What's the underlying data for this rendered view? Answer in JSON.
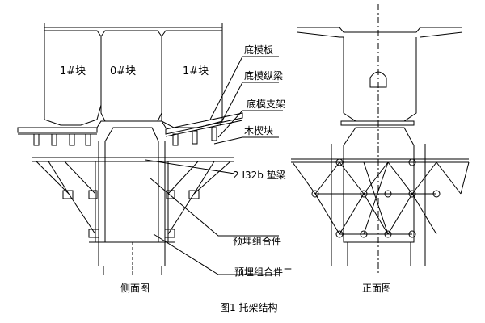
{
  "side_view": {
    "blocks": {
      "left": "1#块",
      "center": "0#块",
      "right": "1#块"
    },
    "callouts": {
      "bottom_formwork": "底模板",
      "bottom_longitudinal_beam": "底模纵梁",
      "bottom_support_frame": "底模支架",
      "wood_wedge": "木楔块",
      "pad_beam": "2 I32b 垫梁",
      "embedded_part_1": "预埋组合件一",
      "embedded_part_2": "预埋组合件二"
    },
    "caption": "侧面图"
  },
  "front_view": {
    "caption": "正面图"
  },
  "figure_caption": "图1  托架结构",
  "colors": {
    "line": "#000000",
    "background": "#ffffff"
  }
}
